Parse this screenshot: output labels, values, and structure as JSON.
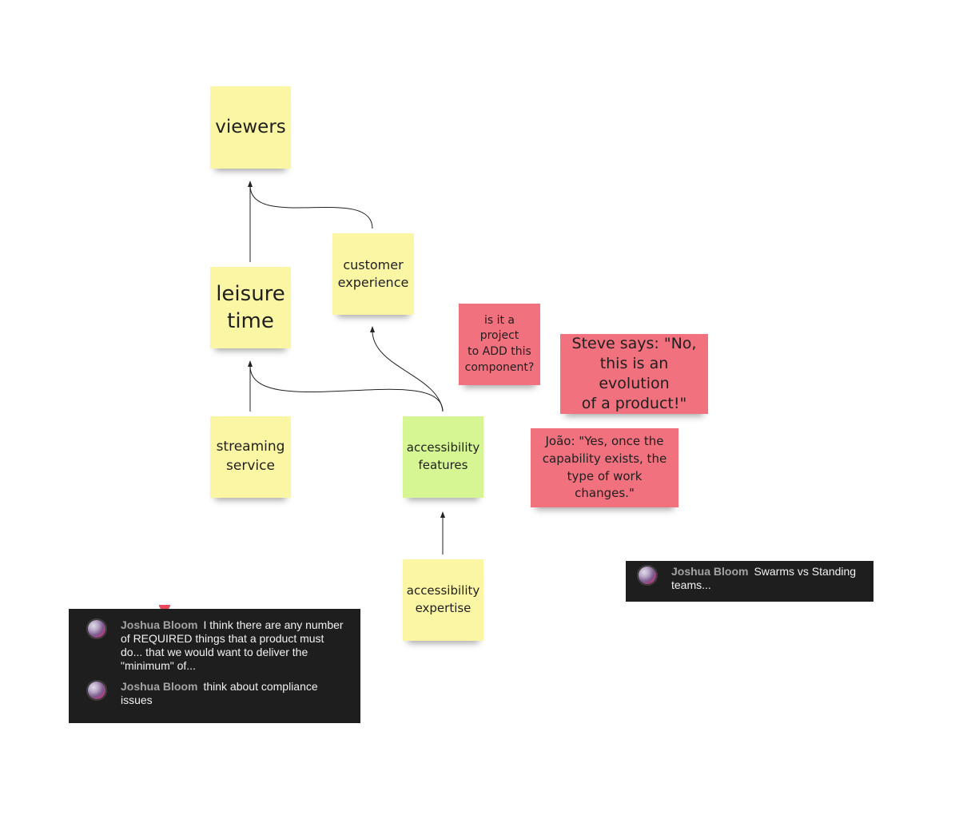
{
  "board": {
    "stickies": {
      "viewers": "viewers",
      "leisure_time": "leisure\ntime",
      "customer_experience": "customer\nexperience",
      "streaming_service": "streaming\nservice",
      "accessibility_features": "accessibility\nfeatures",
      "accessibility_expertise": "accessibility\nexpertise",
      "project_question": "is it a project\nto ADD this\ncomponent?",
      "steve_says": "Steve says: \"No,\nthis is an evolution\nof a product!\"",
      "joao_says": "João: \"Yes, once the\ncapability exists, the\ntype of work changes.\""
    },
    "colors": {
      "yellow": "#fbf6a4",
      "green": "#d5f692",
      "red": "#f1717f",
      "comment_bg": "#1e1e1e"
    }
  },
  "comments": {
    "swarms": {
      "author": "Joshua Bloom",
      "text": "Swarms vs Standing teams..."
    },
    "thread": [
      {
        "author": "Joshua Bloom",
        "text": "I think there are any number of REQUIRED things that a product must do... that we would want to deliver the \"minimum\" of..."
      },
      {
        "author": "Joshua Bloom",
        "text": "think about compliance issues"
      }
    ]
  }
}
